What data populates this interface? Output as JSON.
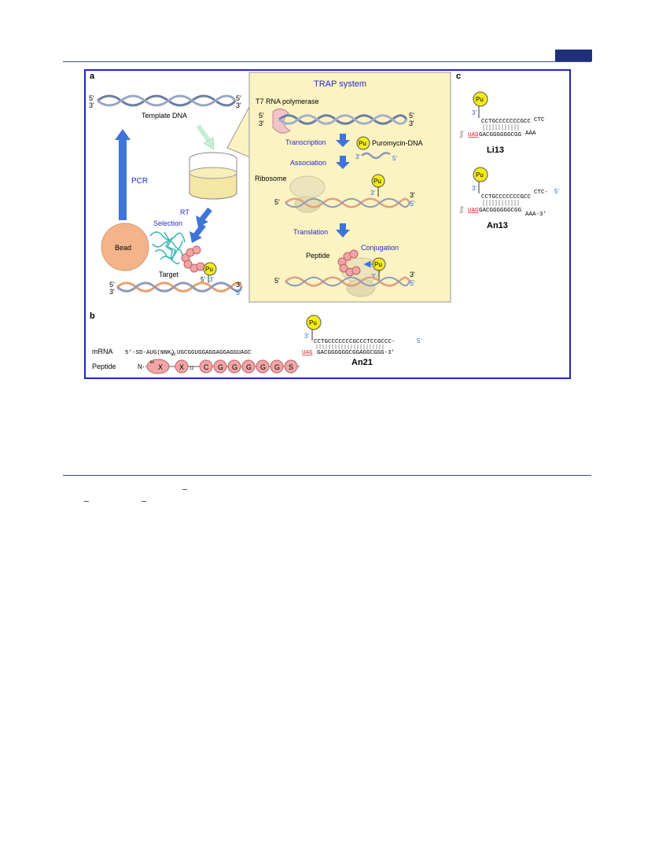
{
  "panels": {
    "a": "a",
    "b": "b",
    "c": "c"
  },
  "trap": {
    "title": "TRAP system",
    "polymerase": "T7 RNA polymerase",
    "transcription": "Transcription",
    "puromycin_dna": "Puromycin-DNA",
    "association": "Association",
    "ribosome": "Ribosome",
    "translation": "Translation",
    "conjugation": "Conjugation",
    "peptide": "Peptide"
  },
  "cycle": {
    "template_dna": "Template DNA",
    "pcr": "PCR",
    "rt": "RT",
    "selection": "Selection",
    "bead": "Bead",
    "target": "Target"
  },
  "ends": {
    "five": "5'",
    "three": "3'"
  },
  "pu": "Pu",
  "panel_b": {
    "mrna_label": "mRNA",
    "mrna_prefix": "5'-SD-AUG(NNK)",
    "mrna_subscript": "12",
    "mrna_mid": "UGCGGUGGAGGAGGAGGUAGC",
    "stop_codon": "UAG",
    "mrna_suffix": "GACGGGGGGCGGAGGCGGG-3'",
    "top_strand": "CCTGCCCCCCCGCCCTCCGCCC-",
    "top_strand_end": "5'",
    "name": "An21",
    "peptide_label": "Peptide",
    "n_term": "N-",
    "residues": [
      "X",
      "X",
      "C",
      "G",
      "G",
      "G",
      "G",
      "G",
      "S"
    ],
    "x_sub_left": "fM",
    "x_sub_right": "12"
  },
  "panel_c": {
    "li13": {
      "top": "CCTGCCCCCCCGCC",
      "loop": "CTC",
      "bottom_stop": "UAG",
      "bottom": "GACGGGGGGCGG",
      "bottom_tail": "AAA",
      "name": "Li13"
    },
    "an13": {
      "top": "CCTGCCCCCCCGCC",
      "top_tail": "CTC-",
      "top_end": "5'",
      "bottom_stop": "UAG",
      "bottom": "GACGGGGGGCGG",
      "bottom_tail": "AAA-3'",
      "name": "An13"
    }
  },
  "colors": {
    "frame": "#2222cc",
    "trap_bg": "#fbf3c2",
    "arrow_blue": "#3f74d8",
    "label_blue": "#2a2ac8",
    "bead": "#f3b48a",
    "pu_yellow": "#f4ec1a",
    "peptide_red": "#f2a5a5",
    "stop_red": "#d8201f"
  }
}
